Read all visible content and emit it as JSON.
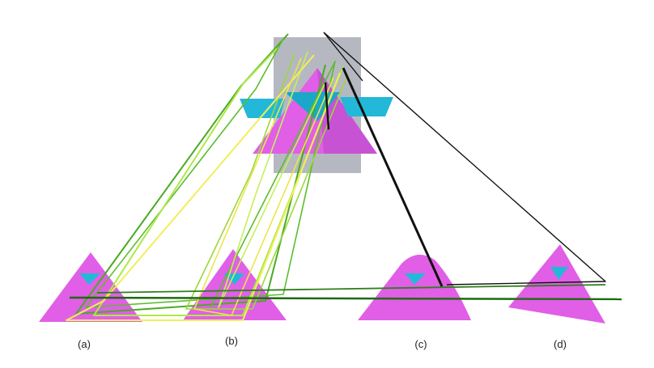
{
  "figure": {
    "panels": [
      {
        "id": "a",
        "label": "(a)"
      },
      {
        "id": "b",
        "label": "(b)"
      },
      {
        "id": "c",
        "label": "(c)"
      },
      {
        "id": "d",
        "label": "(d)"
      }
    ]
  },
  "colors": {
    "shape_fill": "#e05fe6",
    "shape_shade": "#b844c8",
    "wedge_fill": "#23b8d8",
    "wedge_dark": "#0f93b5",
    "plane_fill": "#a9acb6",
    "line_green": "#4aaa22",
    "line_light_green": "#aee846",
    "line_yellow": "#f1ee5a",
    "line_dark_green": "#1d6a12",
    "line_black": "#111111",
    "background": "#ffffff"
  }
}
